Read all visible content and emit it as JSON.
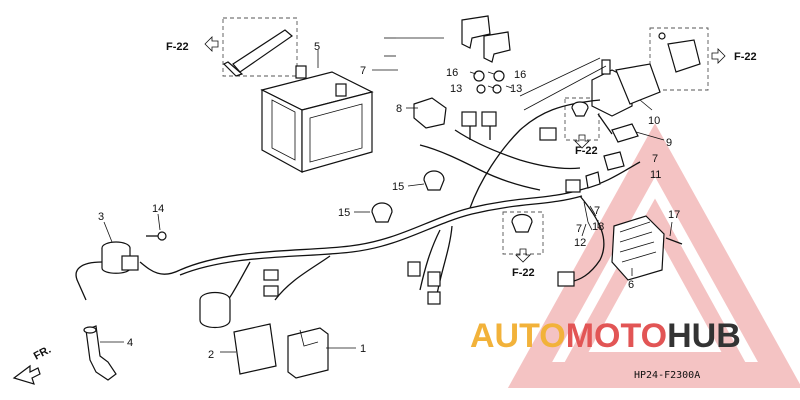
{
  "callouts": [
    {
      "id": "c1",
      "label": "1"
    },
    {
      "id": "c2",
      "label": "2"
    },
    {
      "id": "c3",
      "label": "3"
    },
    {
      "id": "c4",
      "label": "4"
    },
    {
      "id": "c5",
      "label": "5"
    },
    {
      "id": "c6",
      "label": "6"
    },
    {
      "id": "c7a",
      "label": "7"
    },
    {
      "id": "c7b",
      "label": "7"
    },
    {
      "id": "c7c",
      "label": "7"
    },
    {
      "id": "c7d",
      "label": "7"
    },
    {
      "id": "c8",
      "label": "8"
    },
    {
      "id": "c9",
      "label": "9"
    },
    {
      "id": "c10",
      "label": "10"
    },
    {
      "id": "c11",
      "label": "11"
    },
    {
      "id": "c12",
      "label": "12"
    },
    {
      "id": "c13a",
      "label": "13"
    },
    {
      "id": "c13b",
      "label": "13"
    },
    {
      "id": "c14",
      "label": "14"
    },
    {
      "id": "c15a",
      "label": "15"
    },
    {
      "id": "c15b",
      "label": "15"
    },
    {
      "id": "c16a",
      "label": "16"
    },
    {
      "id": "c16b",
      "label": "16"
    },
    {
      "id": "c17",
      "label": "17"
    },
    {
      "id": "c18",
      "label": "18"
    }
  ],
  "refs": [
    {
      "id": "r1",
      "label": "F-22"
    },
    {
      "id": "r2",
      "label": "F-22"
    },
    {
      "id": "r3",
      "label": "F-22"
    },
    {
      "id": "r4",
      "label": "F-22"
    }
  ],
  "front_label": "FR.",
  "diagram_code": "HP24-F2300A",
  "watermark": {
    "part1": "AUTO",
    "part2": "MOTO",
    "part3": "HUB",
    "color1": "#f2b23a",
    "color2": "#e25555",
    "color3": "#333333"
  }
}
